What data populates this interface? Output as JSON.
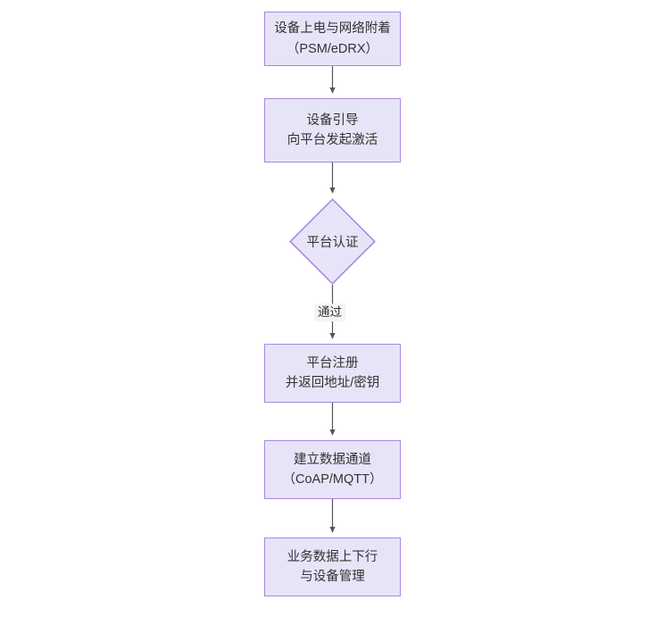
{
  "diagram": {
    "type": "flowchart",
    "orientation": "top-to-bottom",
    "background_color": "#ffffff",
    "node_fill_color": "#e7e4f8",
    "node_border_color": "#ab87e3",
    "text_color": "#333333",
    "edge_color": "#555555",
    "nodes": [
      {
        "id": "n1",
        "shape": "rectangle",
        "lines": [
          "设备上电与网络附着",
          "（PSM/eDRX）"
        ]
      },
      {
        "id": "n2",
        "shape": "rectangle",
        "lines": [
          "设备引导",
          "向平台发起激活"
        ]
      },
      {
        "id": "n3",
        "shape": "diamond",
        "lines": [
          "平台认证"
        ]
      },
      {
        "id": "n4",
        "shape": "rectangle",
        "lines": [
          "平台注册",
          "并返回地址/密钥"
        ]
      },
      {
        "id": "n5",
        "shape": "rectangle",
        "lines": [
          "建立数据通道",
          "（CoAP/MQTT）"
        ]
      },
      {
        "id": "n6",
        "shape": "rectangle",
        "lines": [
          "业务数据上下行",
          "与设备管理"
        ]
      }
    ],
    "edges": [
      {
        "from": "n1",
        "to": "n2",
        "label": ""
      },
      {
        "from": "n2",
        "to": "n3",
        "label": ""
      },
      {
        "from": "n3",
        "to": "n4",
        "label": "通过"
      },
      {
        "from": "n4",
        "to": "n5",
        "label": ""
      },
      {
        "from": "n5",
        "to": "n6",
        "label": ""
      }
    ]
  }
}
